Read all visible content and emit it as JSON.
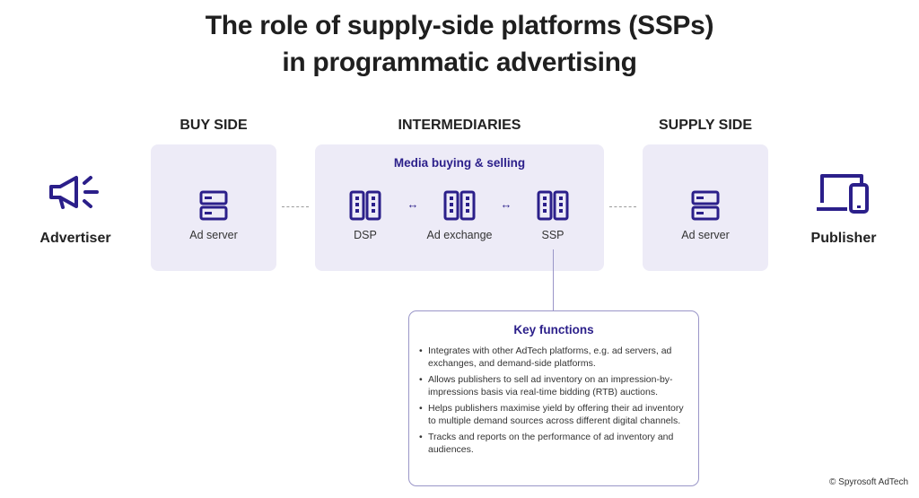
{
  "title": {
    "line1": "The role of supply-side platforms (SSPs)",
    "line2": "in programmatic advertising"
  },
  "sections": {
    "buy_side": "BUY SIDE",
    "intermediaries": "INTERMEDIARIES",
    "supply_side": "SUPPLY SIDE"
  },
  "actors": {
    "advertiser": "Advertiser",
    "publisher": "Publisher"
  },
  "buy_panel": {
    "node_label": "Ad server"
  },
  "intermediaries_panel": {
    "subtitle": "Media buying & selling",
    "nodes": [
      "DSP",
      "Ad exchange",
      "SSP"
    ],
    "arrow": "↔"
  },
  "supply_panel": {
    "node_label": "Ad server"
  },
  "key_functions": {
    "title": "Key functions",
    "items": [
      "Integrates with other AdTech platforms, e.g. ad servers, ad exchanges, and demand-side platforms.",
      "Allows publishers to sell ad inventory on an impression-by-impressions basis via real-time bidding (RTB) auctions.",
      "Helps publishers maximise yield by offering their ad inventory to multiple demand sources across different digital channels.",
      "Tracks and reports on the performance of ad inventory and audiences."
    ]
  },
  "copyright": "© Spyrosoft AdTech",
  "colors": {
    "accent": "#2b1f8a",
    "panel": "#edebf7",
    "text": "#222222"
  },
  "icons": {
    "advertiser": "megaphone-icon",
    "ad_server": "server-icon",
    "platform": "server-rack-icon",
    "publisher": "devices-icon"
  }
}
